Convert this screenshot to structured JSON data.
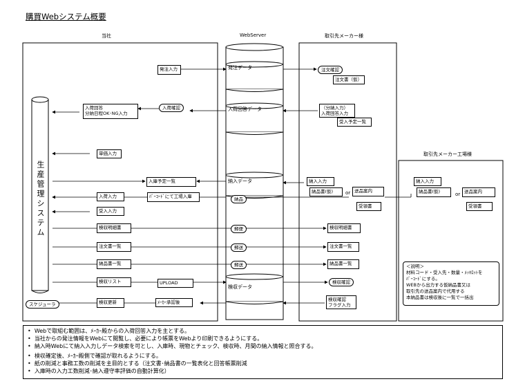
{
  "title": "購買Webシステム概要",
  "lanes": {
    "company": "当社",
    "server": "WebServer",
    "maker": "取引先メーカー様",
    "factory": "取引先メーカー工場様"
  },
  "system": {
    "vertical_label": "生産管理システム",
    "schedule": "スケジューラ"
  },
  "company_items": {
    "order_entry": "発注入力",
    "arrival_check": "入荷確認",
    "reply_line1": "入荷回答",
    "reply_line2": "分納日程OK･NG入力",
    "price_entry": "単価入力",
    "receiving_plan": "入庫予定一覧",
    "barcode_entry": "ﾊﾞｰｺｰﾄﾞにて工場入庫",
    "arrival_entry": "入荷入力",
    "acceptance_entry": "受入入力",
    "inspection_detail": "検収明細書",
    "po_list": "注文書一覧",
    "delivery_list": "納品書一覧",
    "inspection_list": "検収リスト",
    "upload": "UPLOAD",
    "inspection_update": "検収更新",
    "maker_approval": "ﾒｰｶｰ承認後"
  },
  "server_items": {
    "po_data": "発注データ",
    "reply_data": "入荷回答データ",
    "delivery_data": "納入データ",
    "goods": "納品",
    "mail": "郵便",
    "post1": "郵送",
    "post2": "郵送",
    "inspection_data": "検収データ"
  },
  "maker_items": {
    "po_confirm": "注文確認",
    "po_provisional": "注文書（仮）",
    "partial_line1": "（分納入力）",
    "partial_line2": "入荷回答入力",
    "receive_plan_list": "受入予定一覧",
    "delivery_entry": "納入入力",
    "delivery_note": "納品書(仮)",
    "or": "or",
    "shipping_notice": "送品案内",
    "receipt": "受領書",
    "inspection_detail": "検収明細書",
    "po_doc": "注文書一覧",
    "delivery_doc": "納品書一覧",
    "inspection_confirm": "検収確認",
    "inspection_line1": "検収確認",
    "inspection_line2": "フラグ入力"
  },
  "factory_items": {
    "delivery_entry": "納入入力",
    "delivery_note": "納品書(仮)",
    "or": "or",
    "shipping_notice": "送品案内",
    "receipt": "受領書",
    "memo_title": "＜説明＞",
    "memo_line1": "材料コード・受入先・数量・ﾒｯｷﾛｯﾄを",
    "memo_line2": "ﾊﾞｰｺｰﾄﾞにする。",
    "memo_line3": "WEBから出力する仮納品書又は",
    "memo_line4": "取引先の送品案内で代用する",
    "memo_line5": "本納品書は検収後に一覧で一括出"
  },
  "notes": [
    "Webで取組む範囲は、ﾒｰｶｰ殿からの入荷回答入力を主とする。",
    "当社からの発注情報をWebにて閲覧し、必要により帳票をWebより印刷できるようにする。",
    "納入時Webにて納入入力しデータ検索を可とし、入庫時、現物とチェック、検収時、月間の納入情報と照合する。",
    "検収確定後、ﾒｰｶｰ殿側で確認が取れるようにする。",
    "紙の削減と事務工数の削減を主目的とする（注文書･納品書の一覧表化と回答帳票削減",
    "入庫時の入力工数削減･納入遵守率評価の自動計算化）"
  ]
}
